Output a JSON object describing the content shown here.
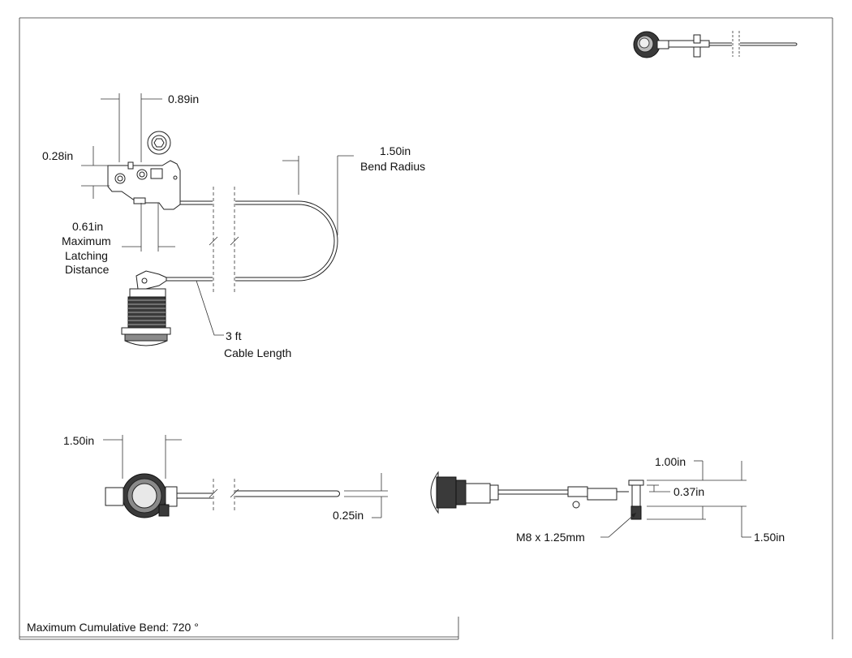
{
  "dimensions": {
    "top_width": "0.89in",
    "top_height": "0.28in",
    "bend_radius_value": "1.50in",
    "bend_radius_label": "Bend Radius",
    "latch_value": "0.61in",
    "latch_line1": "Maximum",
    "latch_line2": "Latching",
    "latch_line3": "Distance",
    "cable_value": "3 ft",
    "cable_label": "Cable Length",
    "front_width": "1.50in",
    "cable_dia": "0.25in",
    "side_depth": "1.00in",
    "side_small": "0.37in",
    "side_bottom": "1.50in",
    "thread": "M8 x 1.25mm"
  },
  "footer": {
    "bend_note": "Maximum Cumulative Bend: 720 °"
  }
}
